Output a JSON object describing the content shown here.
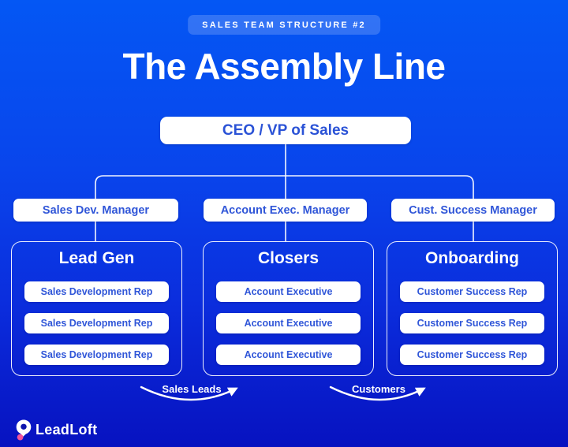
{
  "badge": {
    "label": "SALES TEAM STRUCTURE #2"
  },
  "title": "The Assembly Line",
  "ceo": {
    "label": "CEO / VP of Sales"
  },
  "managers": [
    {
      "label": "Sales Dev. Manager"
    },
    {
      "label": "Account Exec. Manager"
    },
    {
      "label": "Cust. Success Manager"
    }
  ],
  "groups": [
    {
      "heading": "Lead Gen",
      "members": [
        "Sales Development Rep",
        "Sales Development Rep",
        "Sales Development Rep"
      ]
    },
    {
      "heading": "Closers",
      "members": [
        "Account Executive",
        "Account Executive",
        "Account Executive"
      ]
    },
    {
      "heading": "Onboarding",
      "members": [
        "Customer Success Rep",
        "Customer Success Rep",
        "Customer Success Rep"
      ]
    }
  ],
  "flows": [
    {
      "label": "Sales Leads"
    },
    {
      "label": "Customers"
    }
  ],
  "logo": {
    "text": "LeadLoft"
  },
  "colors": {
    "background_top": "#0457F4",
    "background_bottom": "#0712C0",
    "card_background": "#FFFFFF",
    "card_text_blue": "#3056D8",
    "line_white": "#FFFFFF",
    "accent_pink": "#F2549C"
  }
}
